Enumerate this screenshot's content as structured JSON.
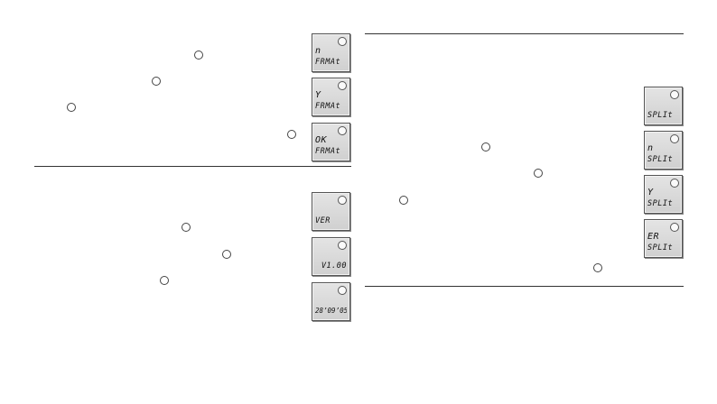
{
  "left_top": {
    "displays": [
      {
        "line1": "n",
        "line2": "FRMAt"
      },
      {
        "line1": "Y",
        "line2": "FRMAt"
      },
      {
        "line1": "OK",
        "line2": "FRMAt"
      }
    ]
  },
  "left_bottom": {
    "displays": [
      {
        "line1": "",
        "line2": "VER"
      },
      {
        "line1": "",
        "line2": "V1.00"
      },
      {
        "line1": "",
        "line2": "28’09’05'"
      }
    ]
  },
  "right": {
    "displays": [
      {
        "line1": "",
        "line2": "SPLIt"
      },
      {
        "line1": "n",
        "line2": "SPLIt"
      },
      {
        "line1": "Y",
        "line2": "SPLIt"
      },
      {
        "line1": "ER",
        "line2": "SPLIt"
      }
    ]
  }
}
